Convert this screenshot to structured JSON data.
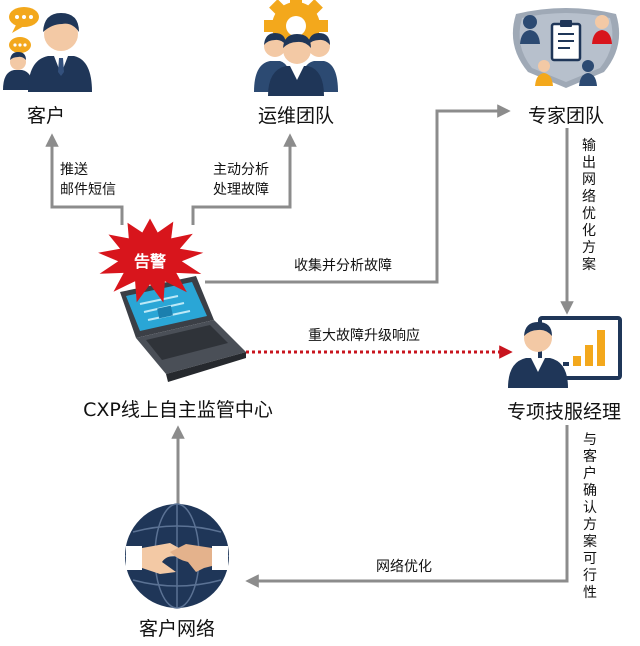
{
  "nodes": {
    "customer": "客户",
    "ops_team": "运维团队",
    "expert_team": "专家团队",
    "monitor_center": "CXP线上自主监管中心",
    "manager": "专项技服经理",
    "customer_network": "客户网络"
  },
  "alarm_badge": "告警",
  "edges": {
    "push_line1": "推送",
    "push_line2": "邮件短信",
    "analyze_line1": "主动分析",
    "analyze_line2": "处理故障",
    "collect": "收集并分析故障",
    "escalate": "重大故障升级响应",
    "output_plan": "输出网络优化方案",
    "confirm_plan": "与客户确认方案可行性",
    "optimize": "网络优化"
  },
  "colors": {
    "arrow": "#8c8c8c",
    "escalate_arrow": "#c8141e",
    "navy": "#1f3658",
    "alarm": "#d8151c",
    "gear": "#f3a81c",
    "screen": "#2aa6d6"
  }
}
